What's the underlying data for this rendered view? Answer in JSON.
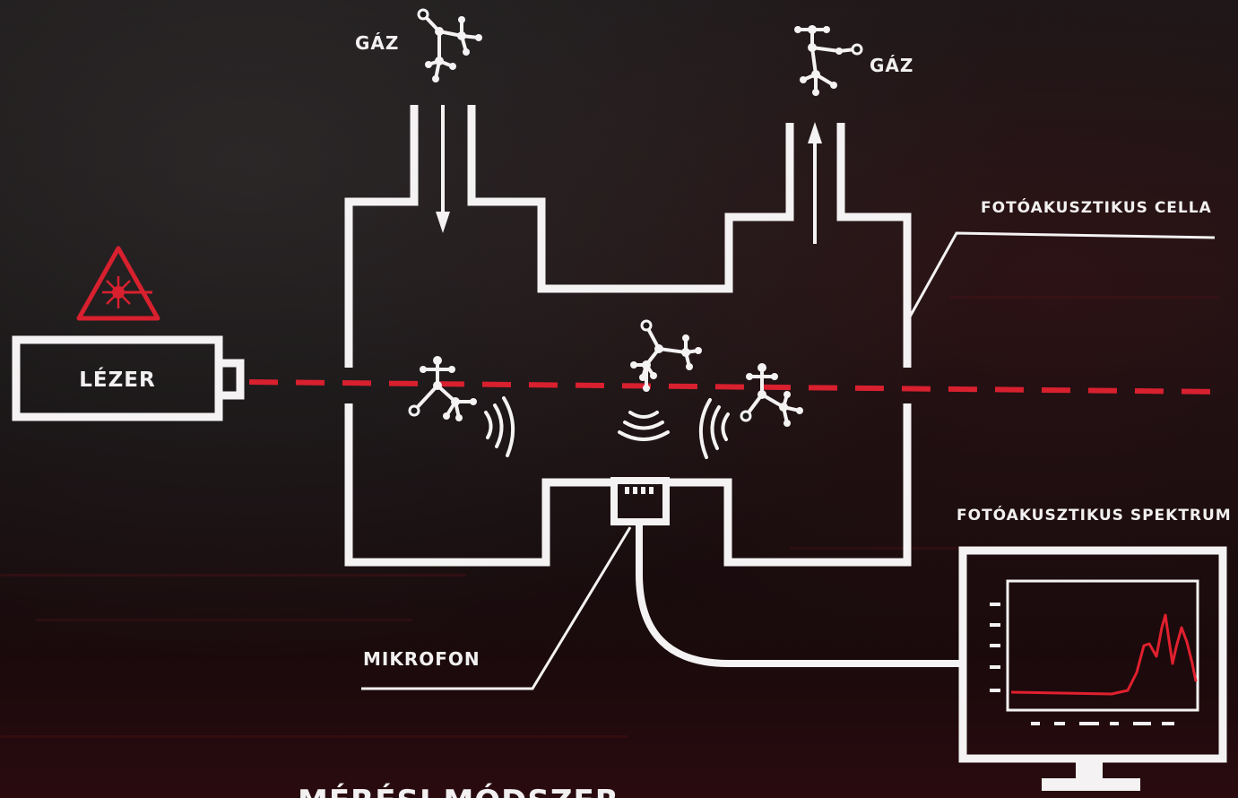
{
  "labels": {
    "gas_in": "GÁZ",
    "gas_out": "GÁZ",
    "cell": "FOTÓAKUSZTIKUS CELLA",
    "laser": "LÉZER",
    "microphone": "MIKROFON",
    "spectrum": "FOTÓAKUSZTIKUS SPEKTRUM",
    "method_partial": "MÉRÉSI MÓDSZER"
  },
  "colors": {
    "line": "#f4f2f2",
    "laser_beam": "#d8202f",
    "spectrum_curve": "#e0202e",
    "background": "#0e0d0e"
  },
  "icons": [
    "laser-warning-icon",
    "molecule-icon",
    "sound-wave-icon",
    "monitor-icon"
  ]
}
